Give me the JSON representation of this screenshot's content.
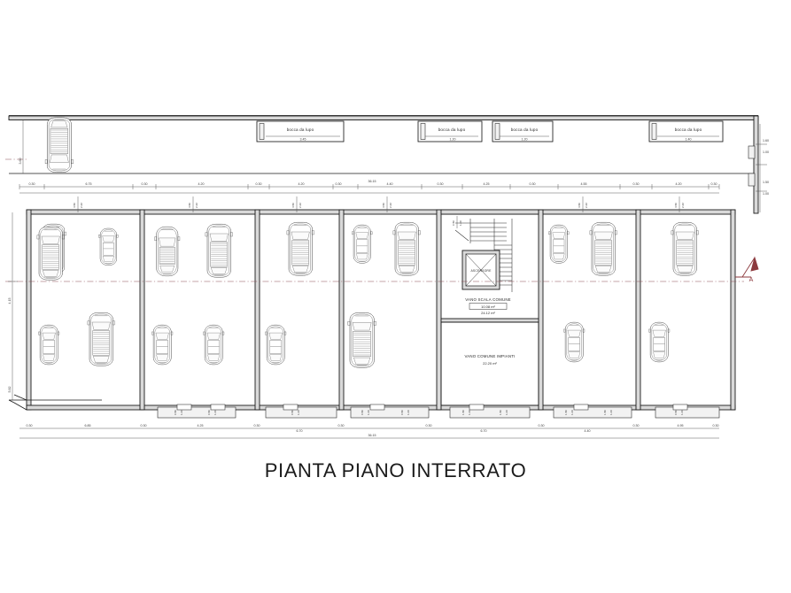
{
  "document": {
    "title": "PIANTA PIANO INTERRATO",
    "type": "architectural-floor-plan",
    "language": "it",
    "drawing_style": "CAD line drawing, black on white",
    "accent_color": "#8c3a3e",
    "wall_fill": "#d9d9d9",
    "line_color": "#1a1a1a"
  },
  "rooms": [
    {
      "id": "vano-scala",
      "name": "VANO SCALA COMUNE",
      "area_boxed": "10.08 m²",
      "area_total": "24.12 m²"
    },
    {
      "id": "vano-impianti",
      "name": "VANO COMUNE IMPIANTI",
      "area_total": "22.20 m²"
    },
    {
      "id": "ascensore",
      "name": "ASCENSORE"
    }
  ],
  "light_wells": [
    {
      "label": "bocca da lupo",
      "width": "3.45"
    },
    {
      "label": "bocca da lupo",
      "width": "1.20"
    },
    {
      "label": "bocca da lupo",
      "width": "1.20"
    },
    {
      "label": "bocca da lupo",
      "width": "1.40"
    }
  ],
  "dimensions": {
    "overall_bottom": "36.15",
    "overall_top": "36.15",
    "top_chain": [
      "0.30",
      "6.75",
      "0.30",
      "4.20",
      "0.30",
      "4.20",
      "0.30",
      "4.40",
      "0.30",
      "4.25",
      "0.30",
      "4.55",
      "0.30"
    ],
    "bottom_chain": [
      "0.30",
      "6.85",
      "0.30",
      "4.25",
      "0.30",
      "6.70",
      "0.30",
      "4.40",
      "0.30",
      "4.95",
      "0.30"
    ],
    "bay_widths": [
      "4.50",
      "2.42"
    ],
    "right_vertical": [
      "1.60",
      "1.00",
      "1.50",
      "1.00"
    ],
    "left_vertical": [
      "4.15",
      "5.82"
    ],
    "sill_pairs": [
      "0.50",
      "1.00"
    ],
    "top_left_strip": "3.60"
  },
  "annotations": {
    "section_marker_right": "A",
    "section_axis": "horizontal centerline"
  },
  "counts": {
    "cars_total": 18,
    "garage_bays": 6,
    "light_wells": 4
  }
}
